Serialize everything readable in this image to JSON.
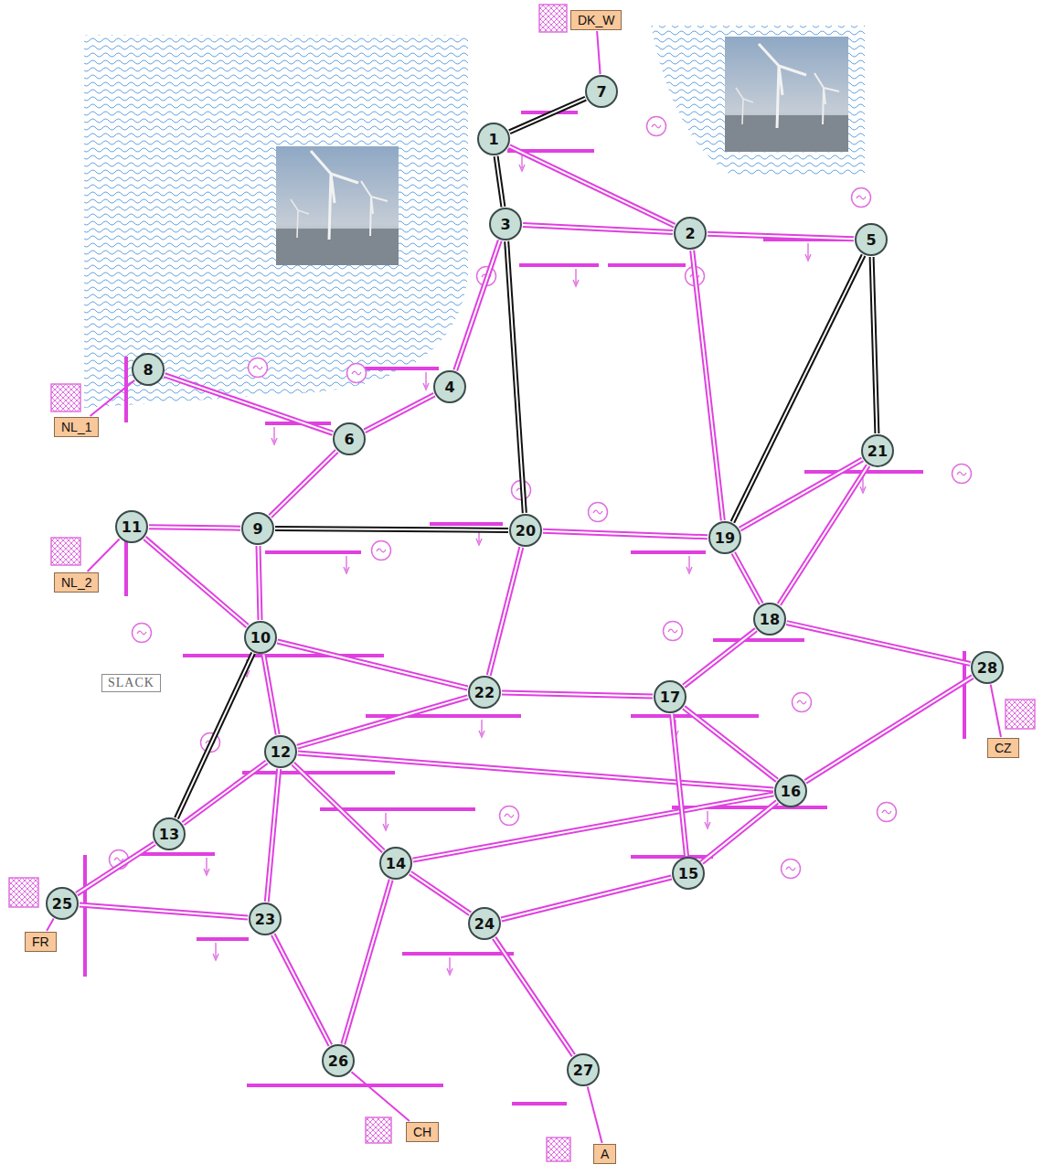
{
  "diagram": {
    "nodes": [
      {
        "text": [
          "1"
        ]
      },
      {
        "text": [
          "2"
        ]
      },
      {
        "text": [
          "3"
        ]
      },
      {
        "text": [
          "4"
        ]
      },
      {
        "text": [
          "5"
        ]
      },
      {
        "text": [
          "6"
        ]
      },
      {
        "text": [
          "7"
        ]
      },
      {
        "text": [
          "8"
        ]
      },
      {
        "text": [
          "9"
        ]
      },
      {
        "text": [
          "10"
        ]
      },
      {
        "text": [
          "11"
        ]
      },
      {
        "text": [
          "12"
        ]
      },
      {
        "text": [
          "13"
        ]
      },
      {
        "text": [
          "14"
        ]
      },
      {
        "text": [
          "15"
        ]
      },
      {
        "text": [
          "16"
        ]
      },
      {
        "text": [
          "17"
        ]
      },
      {
        "text": [
          "18"
        ]
      },
      {
        "text": [
          "19"
        ]
      },
      {
        "text": [
          "20"
        ]
      },
      {
        "text": [
          "21"
        ]
      },
      {
        "text": [
          "22"
        ]
      },
      {
        "text": [
          "23"
        ]
      },
      {
        "text": [
          "24"
        ]
      },
      {
        "text": [
          "25"
        ]
      },
      {
        "text": [
          "26"
        ]
      },
      {
        "text": [
          "27"
        ]
      },
      {
        "text": [
          "28"
        ]
      },
      {
        "text": [
          "DK_W"
        ]
      },
      {
        "text": [
          "NL_1"
        ]
      },
      {
        "text": [
          "NL_2"
        ]
      },
      {
        "text": [
          "SLACK"
        ]
      },
      {
        "text": [
          "CZ"
        ]
      },
      {
        "text": [
          "FR"
        ]
      },
      {
        "text": [
          "CH"
        ]
      },
      {
        "text": [
          "A"
        ]
      }
    ],
    "edges": [
      {
        "from": 6,
        "to": 0,
        "arrow": "none"
      },
      {
        "from": 0,
        "to": 2,
        "arrow": "none"
      },
      {
        "from": 0,
        "to": 1,
        "arrow": "none"
      },
      {
        "from": 2,
        "to": 1,
        "arrow": "none"
      },
      {
        "from": 2,
        "to": 3,
        "arrow": "none"
      },
      {
        "from": 2,
        "to": 19,
        "arrow": "none"
      },
      {
        "from": 1,
        "to": 4,
        "arrow": "none"
      },
      {
        "from": 1,
        "to": 18,
        "arrow": "none"
      },
      {
        "from": 4,
        "to": 18,
        "arrow": "none"
      },
      {
        "from": 4,
        "to": 20,
        "arrow": "none"
      },
      {
        "from": 3,
        "to": 5,
        "arrow": "none"
      },
      {
        "from": 5,
        "to": 7,
        "arrow": "none"
      },
      {
        "from": 5,
        "to": 8,
        "arrow": "none"
      },
      {
        "from": 8,
        "to": 10,
        "arrow": "none"
      },
      {
        "from": 8,
        "to": 9,
        "arrow": "none"
      },
      {
        "from": 8,
        "to": 19,
        "arrow": "none"
      },
      {
        "from": 9,
        "to": 10,
        "arrow": "none"
      },
      {
        "from": 9,
        "to": 12,
        "arrow": "none"
      },
      {
        "from": 9,
        "to": 11,
        "arrow": "none"
      },
      {
        "from": 9,
        "to": 21,
        "arrow": "none"
      },
      {
        "from": 19,
        "to": 21,
        "arrow": "none"
      },
      {
        "from": 19,
        "to": 18,
        "arrow": "none"
      },
      {
        "from": 18,
        "to": 17,
        "arrow": "none"
      },
      {
        "from": 18,
        "to": 20,
        "arrow": "none"
      },
      {
        "from": 20,
        "to": 17,
        "arrow": "none"
      },
      {
        "from": 17,
        "to": 16,
        "arrow": "none"
      },
      {
        "from": 17,
        "to": 27,
        "arrow": "none"
      },
      {
        "from": 16,
        "to": 21,
        "arrow": "none"
      },
      {
        "from": 16,
        "to": 15,
        "arrow": "none"
      },
      {
        "from": 21,
        "to": 11,
        "arrow": "none"
      },
      {
        "from": 11,
        "to": 12,
        "arrow": "none"
      },
      {
        "from": 11,
        "to": 15,
        "arrow": "none"
      },
      {
        "from": 11,
        "to": 22,
        "arrow": "none"
      },
      {
        "from": 11,
        "to": 13,
        "arrow": "none"
      },
      {
        "from": 13,
        "to": 25,
        "arrow": "none"
      },
      {
        "from": 13,
        "to": 23,
        "arrow": "none"
      },
      {
        "from": 13,
        "to": 15,
        "arrow": "none"
      },
      {
        "from": 12,
        "to": 24,
        "arrow": "none"
      },
      {
        "from": 22,
        "to": 24,
        "arrow": "none"
      },
      {
        "from": 22,
        "to": 25,
        "arrow": "none"
      },
      {
        "from": 23,
        "to": 14,
        "arrow": "none"
      },
      {
        "from": 23,
        "to": 26,
        "arrow": "none"
      },
      {
        "from": 14,
        "to": 15,
        "arrow": "none"
      },
      {
        "from": 14,
        "to": 16,
        "arrow": "none"
      },
      {
        "from": 15,
        "to": 27,
        "arrow": "none"
      },
      {
        "from": 28,
        "to": 6,
        "arrow": "none"
      },
      {
        "from": 29,
        "to": 7,
        "arrow": "none"
      },
      {
        "from": 30,
        "to": 10,
        "arrow": "none"
      },
      {
        "from": 32,
        "to": 27,
        "arrow": "none"
      },
      {
        "from": 33,
        "to": 24,
        "arrow": "none"
      },
      {
        "from": 34,
        "to": 25,
        "arrow": "none"
      },
      {
        "from": 35,
        "to": 26,
        "arrow": "none"
      }
    ]
  }
}
